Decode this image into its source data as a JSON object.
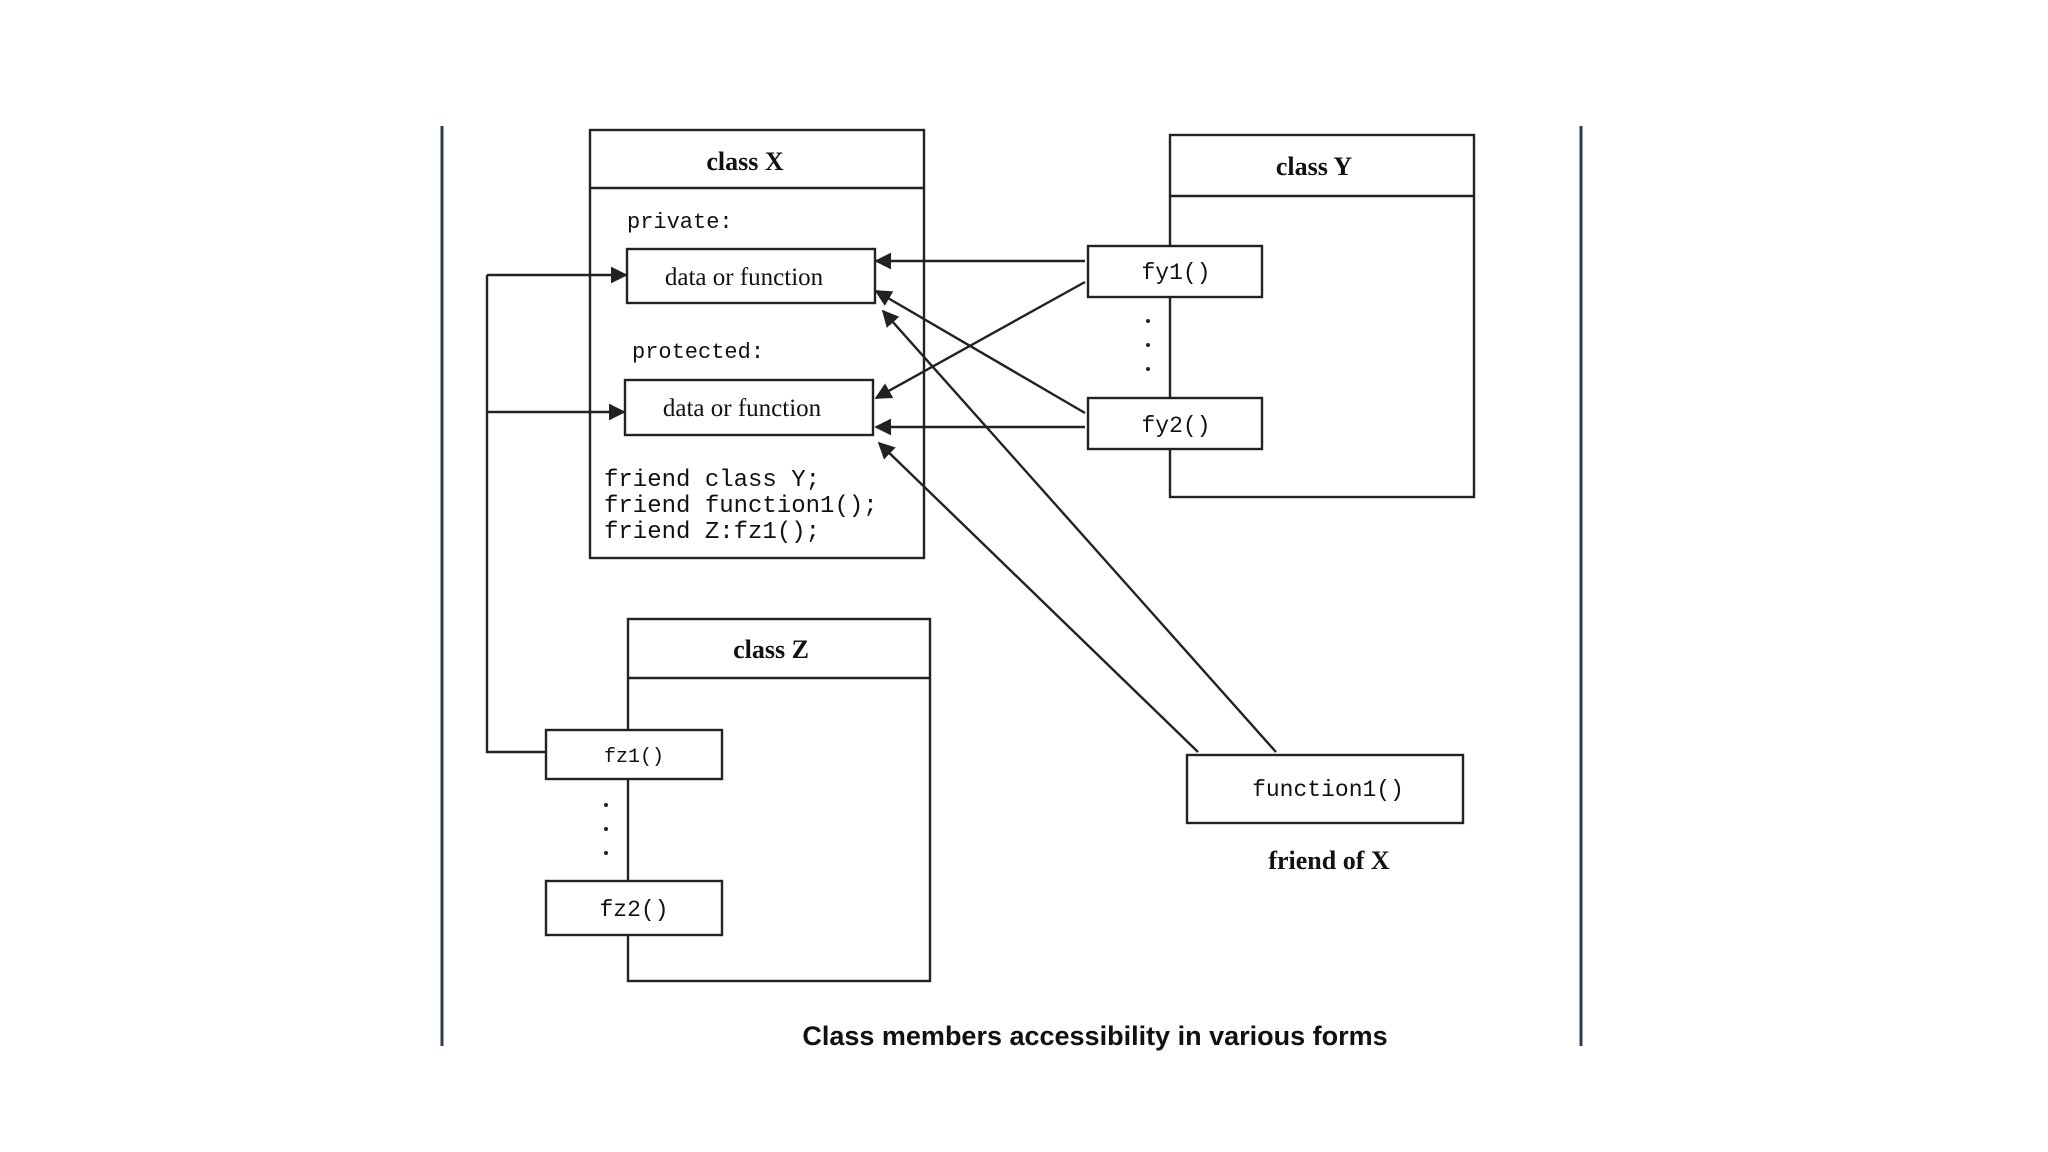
{
  "classX": {
    "title": "class X",
    "private_label": "private:",
    "protected_label": "protected:",
    "private_member": "data or function",
    "protected_member": "data or function",
    "friend_decls": [
      "friend class Y;",
      "friend function1();",
      "friend Z:fz1();"
    ]
  },
  "classY": {
    "title": "class Y",
    "fy1": "fy1()",
    "fy2": "fy2()"
  },
  "classZ": {
    "title": "class Z",
    "fz1": "fz1()",
    "fz2": "fz2()"
  },
  "function1": {
    "label": "function1()",
    "caption": "friend of X"
  },
  "caption": "Class members accessibility in various forms",
  "colors": {
    "frame_rule": "#2c3e50",
    "ink": "#222222"
  }
}
